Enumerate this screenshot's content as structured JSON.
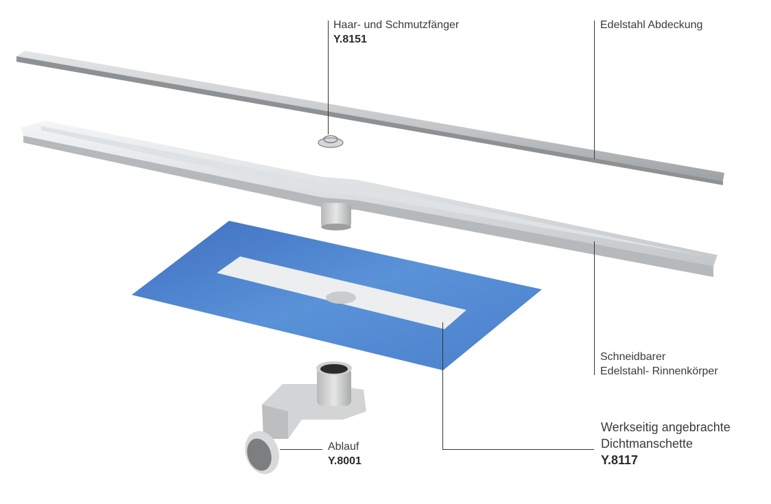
{
  "labels": {
    "hair_catcher": {
      "name": "Haar- und Schmutzfänger",
      "code": "Y.8151"
    },
    "cover": {
      "name": "Edelstahl Abdeckung"
    },
    "channel": {
      "line1": "Schneidbarer",
      "line2": "Edelstahl- Rinnenkörper"
    },
    "membrane": {
      "line1": "Werkseitig angebrachte",
      "line2": "Dichtmanschette",
      "code": "Y.8117"
    },
    "drain": {
      "name": "Ablauf",
      "code": "Y.8001"
    }
  },
  "colors": {
    "membrane": "#4f86d0",
    "steel": "#c9cbcd",
    "leader": "#333333"
  }
}
